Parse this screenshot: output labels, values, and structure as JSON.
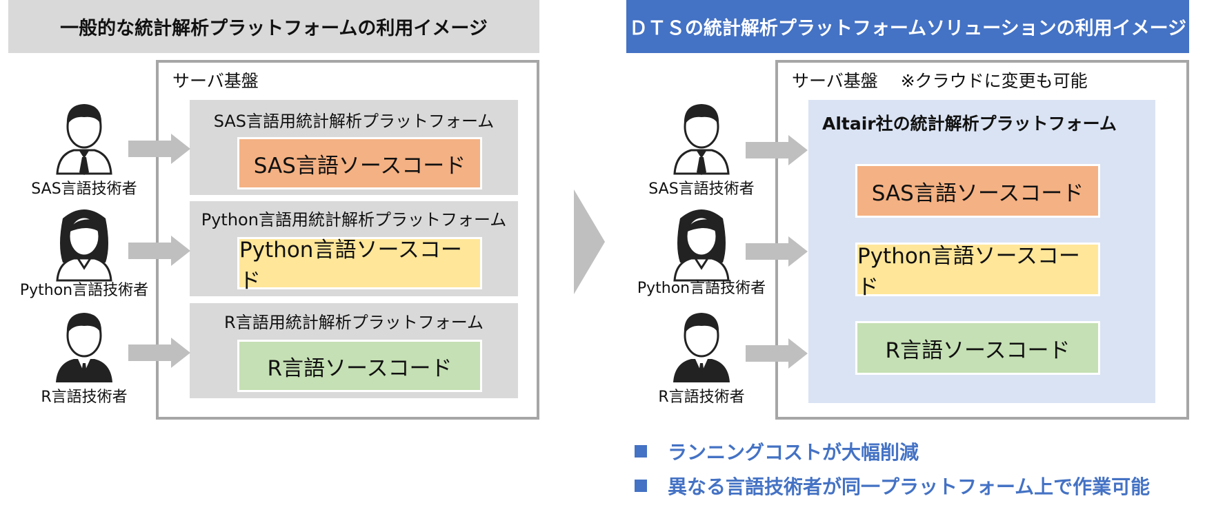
{
  "left": {
    "title": "一般的な統計解析プラットフォームの利用イメージ",
    "server_label": "サーバ基盤",
    "platforms": [
      {
        "label": "SAS言語用統計解析プラットフォーム",
        "code": "SAS言語ソースコード"
      },
      {
        "label": "Python言語用統計解析プラットフォーム",
        "code": "Python言語ソースコード"
      },
      {
        "label": "R言語用統計解析プラットフォーム",
        "code": "R言語ソースコード"
      }
    ],
    "people": [
      "SAS言語技術者",
      "Python言語技術者",
      "R言語技術者"
    ]
  },
  "right": {
    "title": "ＤＴＳの統計解析プラットフォームソリューションの利用イメージ",
    "server_label": "サーバ基盤　 ※クラウドに変更も可能",
    "platform_label": "Altair社の統計解析プラットフォーム",
    "codes": [
      "SAS言語ソースコード",
      "Python言語ソースコード",
      "R言語ソースコード"
    ],
    "people": [
      "SAS言語技術者",
      "Python言語技術者",
      "R言語技術者"
    ]
  },
  "benefits": [
    "ランニングコストが大幅削減",
    "異なる言語技術者が同一プラットフォーム上で作業可能"
  ],
  "colors": {
    "accent": "#4472c4",
    "sas": "#f4b183",
    "python": "#ffe699",
    "r": "#c5e0b4",
    "altair_bg": "#dae3f3",
    "platform_bg": "#d9d9d9"
  }
}
